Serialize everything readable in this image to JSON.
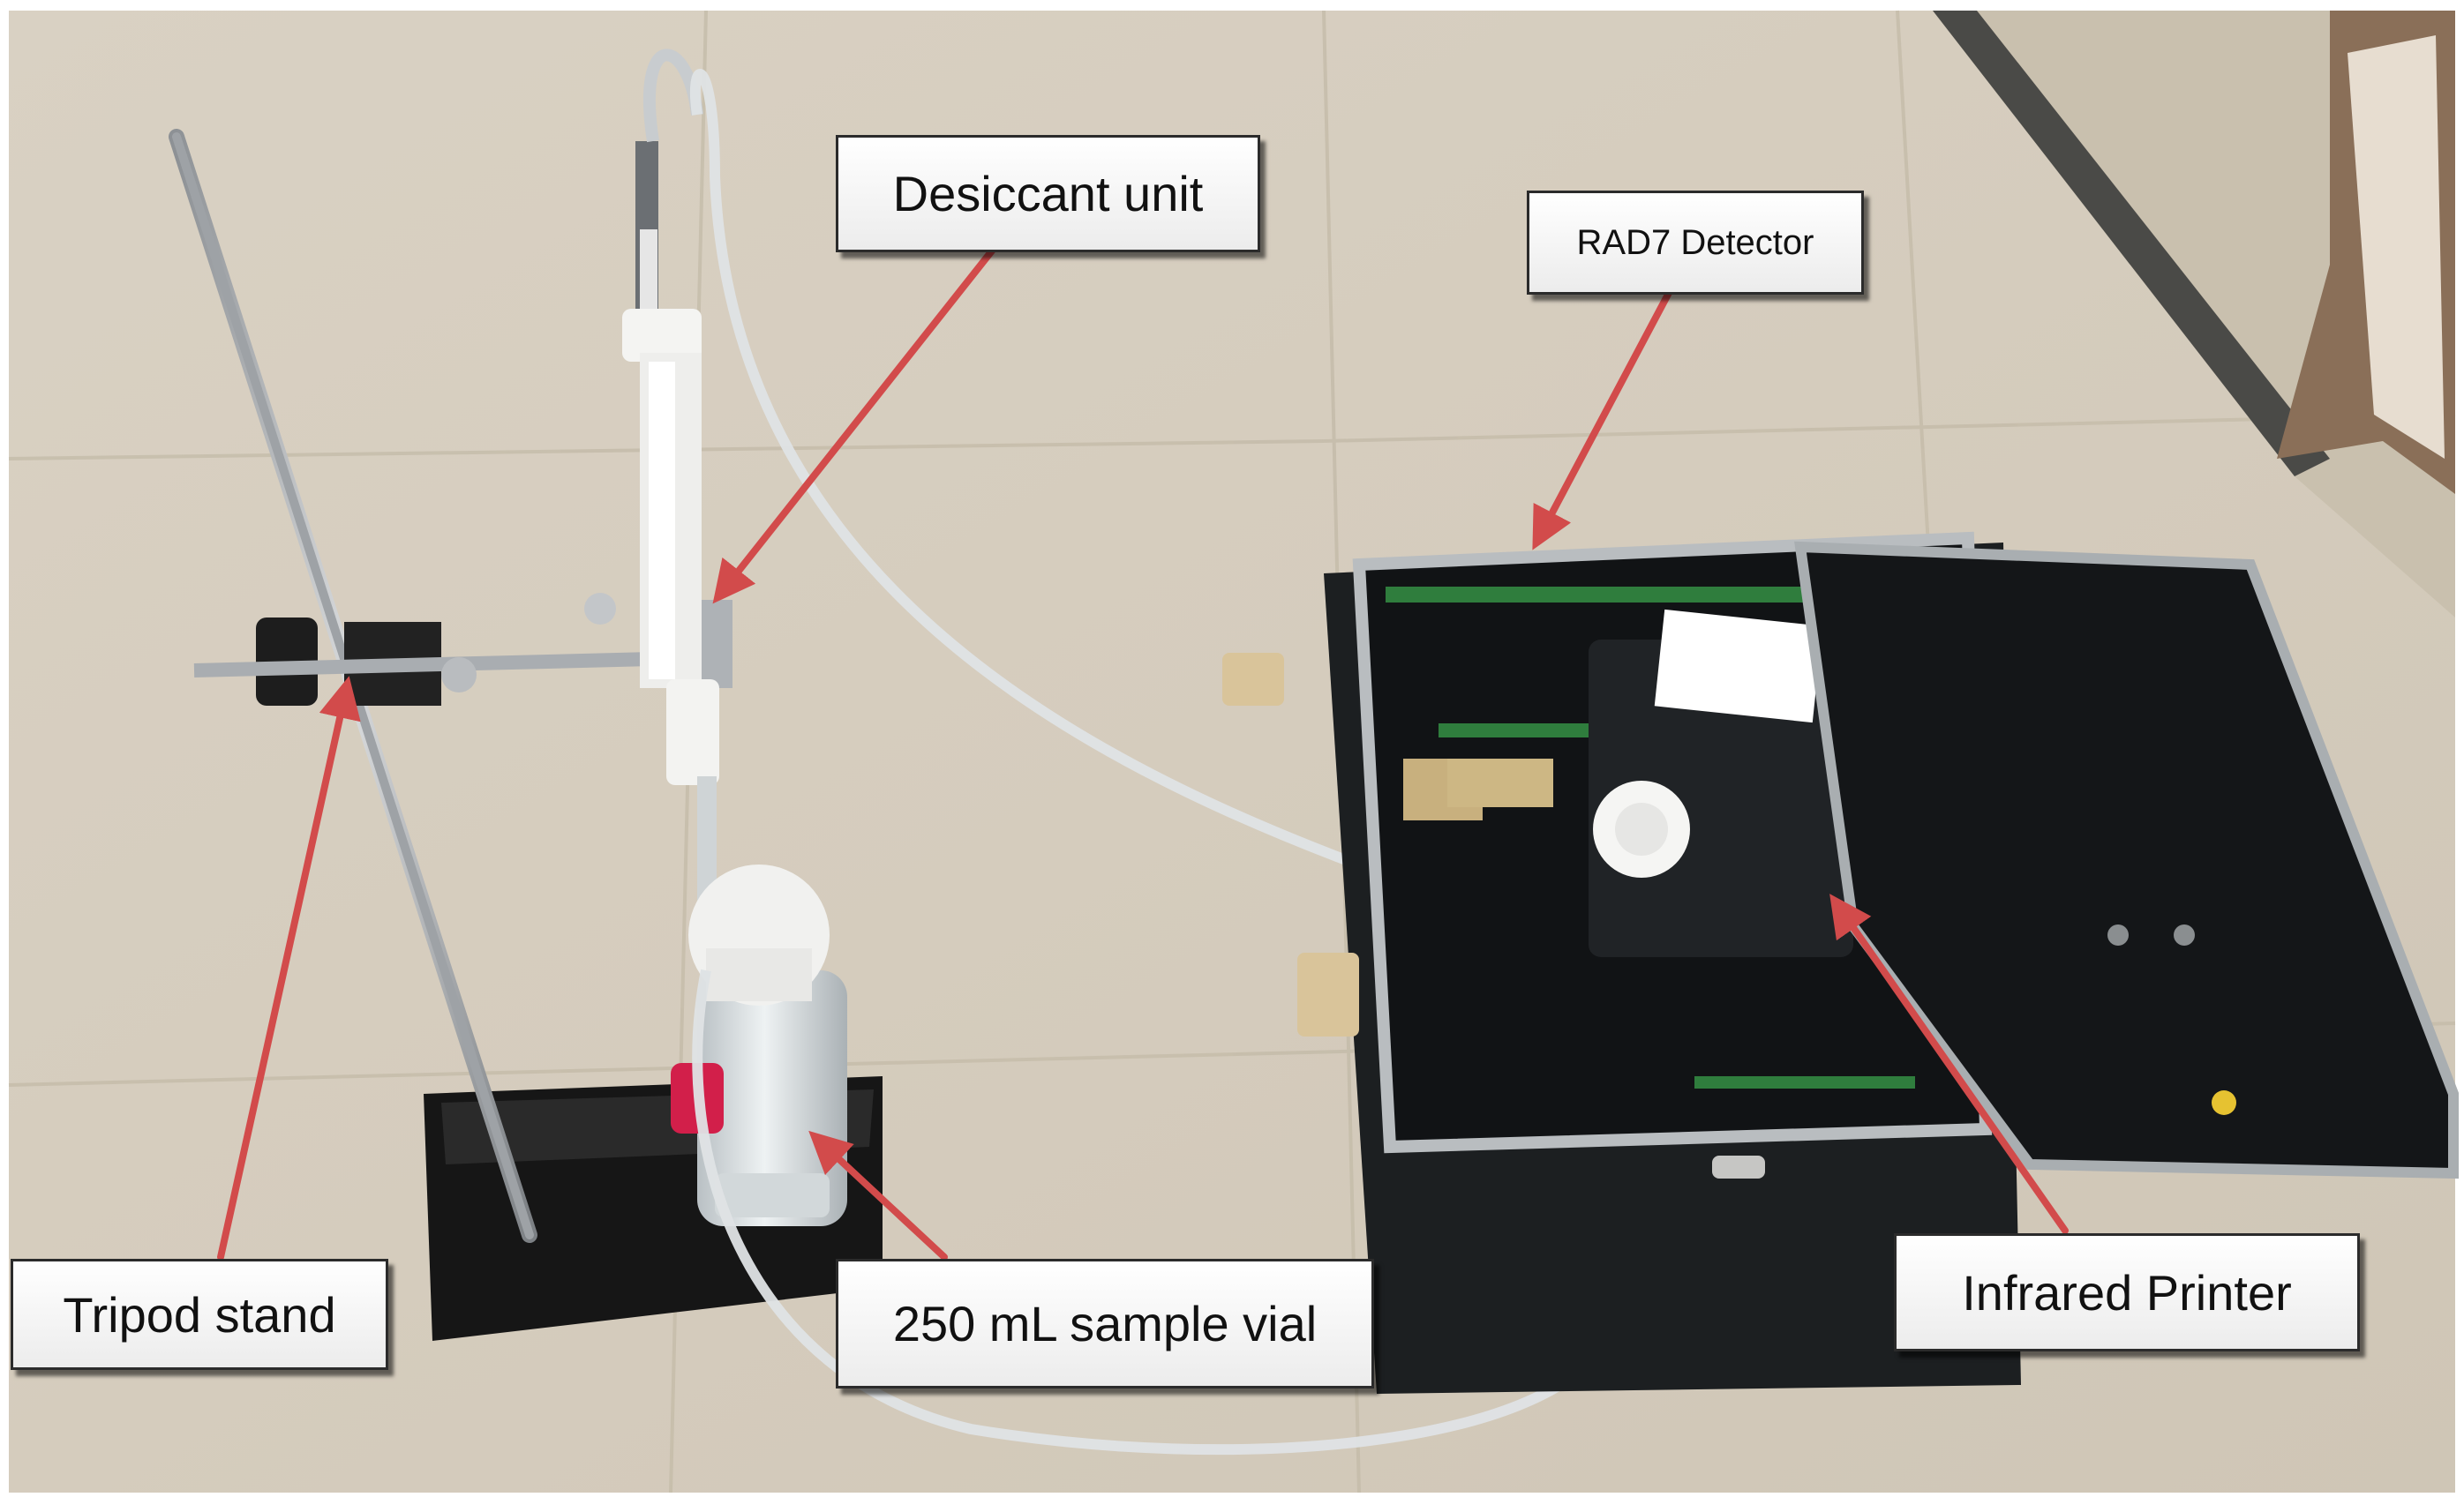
{
  "labels": {
    "desiccant": "Desiccant unit",
    "rad7": "RAD7 Detector",
    "tripod": "Tripod stand",
    "vial": "250 mL sample vial",
    "printer": "Infrared Printer"
  },
  "colors": {
    "arrow": "#d24b4b",
    "label_border": "#2b2b2b",
    "floor": "#d7cfc0",
    "case": "#1f2224"
  },
  "icons": {
    "arrow": "red-arrow-icon"
  }
}
